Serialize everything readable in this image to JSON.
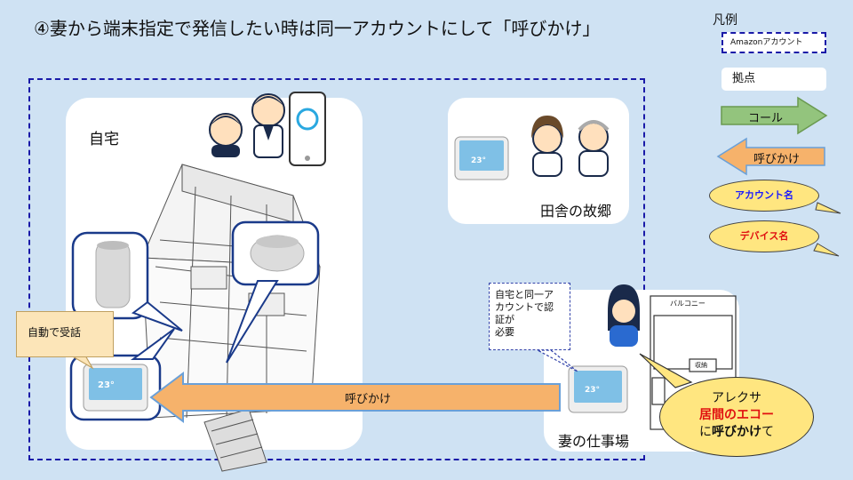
{
  "title": "④妻から端末指定で発信したい時は同一アカウントにして「呼びかけ」",
  "legend": {
    "title": "凡例",
    "amazon_account": "Amazonアカウント",
    "base": "拠点",
    "call": "コール",
    "drop_in": "呼びかけ",
    "account_name": "アカウント名",
    "device_name": "デバイス名"
  },
  "locations": {
    "home": "自宅",
    "hometown": "田舎の故郷",
    "work": "妻の仕事場",
    "balcony": "バルコニー",
    "storage": "収納"
  },
  "callouts": {
    "auto_answer": "自動で受話",
    "auth_line1": "自宅と同一ア",
    "auth_line2": "カウントで認",
    "auth_line3": "証が",
    "auth_line4": "必要",
    "alexa_line1": "アレクサ",
    "alexa_device": "居間のエコー",
    "alexa_prefix": "に",
    "alexa_bold": "呼びかけ",
    "alexa_suffix": "て"
  },
  "arrow_label": "呼びかけ",
  "device_screen_temp": "23°",
  "colors": {
    "background": "#cfe2f3",
    "account_border": "#1a1aa8",
    "call_arrow": "#93c47d",
    "drop_in_arrow": "#f6b26b",
    "oval_fill": "#ffe680",
    "account_text": "#1a1aff",
    "device_text": "#e01010"
  }
}
